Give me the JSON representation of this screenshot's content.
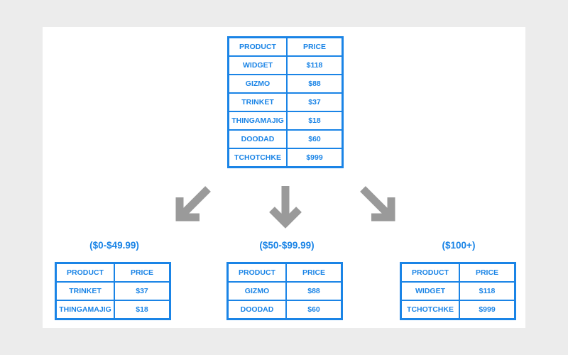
{
  "source_table": {
    "headers": [
      "PRODUCT",
      "PRICE"
    ],
    "rows": [
      [
        "WIDGET",
        "$118"
      ],
      [
        "GIZMO",
        "$88"
      ],
      [
        "TRINKET",
        "$37"
      ],
      [
        "THINGAMAJIG",
        "$18"
      ],
      [
        "DOODAD",
        "$60"
      ],
      [
        "TCHOTCHKE",
        "$999"
      ]
    ]
  },
  "groups": [
    {
      "label": "($0-$49.99)",
      "headers": [
        "PRODUCT",
        "PRICE"
      ],
      "rows": [
        [
          "TRINKET",
          "$37"
        ],
        [
          "THINGAMAJIG",
          "$18"
        ]
      ]
    },
    {
      "label": "($50-$99.99)",
      "headers": [
        "PRODUCT",
        "PRICE"
      ],
      "rows": [
        [
          "GIZMO",
          "$88"
        ],
        [
          "DOODAD",
          "$60"
        ]
      ]
    },
    {
      "label": "($100+)",
      "headers": [
        "PRODUCT",
        "PRICE"
      ],
      "rows": [
        [
          "WIDGET",
          "$118"
        ],
        [
          "TCHOTCHKE",
          "$999"
        ]
      ]
    }
  ],
  "colors": {
    "accent": "#1a84e6",
    "arrow": "#9a9a9a",
    "background": "#ececec",
    "panel": "#ffffff"
  },
  "icons": [
    "arrow-down-left-icon",
    "arrow-down-icon",
    "arrow-down-right-icon"
  ]
}
